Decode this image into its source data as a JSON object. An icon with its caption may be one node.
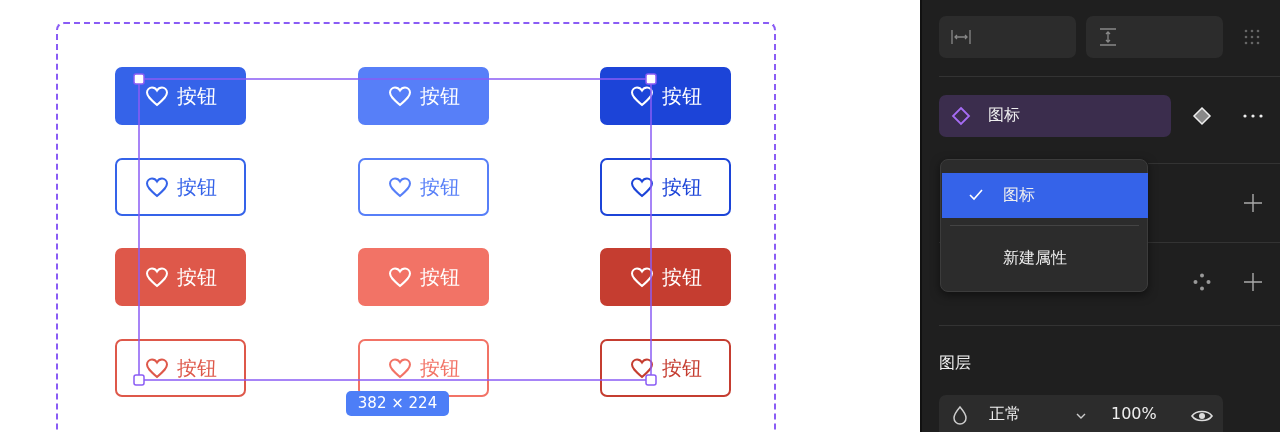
{
  "diagram": {
    "nodes": [
      {
        "text": [],
        "shape": "box"
      },
      {
        "text": [
          "按钮"
        ],
        "in": 0
      },
      {
        "text": [
          "按钮"
        ],
        "in": 0
      },
      {
        "text": [
          "按钮"
        ],
        "in": 0
      },
      {
        "text": [
          "按钮"
        ],
        "in": 0
      },
      {
        "text": [
          "按钮"
        ],
        "in": 0
      },
      {
        "text": [
          "按钮"
        ],
        "in": 0
      },
      {
        "text": [
          "按钮"
        ],
        "in": 0
      },
      {
        "text": [
          "按钮"
        ],
        "in": 0
      },
      {
        "text": [
          "按钮"
        ],
        "in": 0
      },
      {
        "text": [
          "按钮"
        ],
        "in": 0
      },
      {
        "text": [
          "按钮"
        ],
        "in": 0
      },
      {
        "text": [
          "按钮"
        ],
        "in": 0
      },
      {
        "text": [
          "382 × 224"
        ],
        "in": 0
      },
      {
        "text": [
          "图标"
        ]
      },
      {
        "text": [],
        "shape": "box"
      },
      {
        "text": [
          "图标"
        ],
        "in": 15
      },
      {
        "text": [
          "新建属性"
        ],
        "in": 15
      },
      {
        "text": [
          "正常",
          "100%"
        ]
      }
    ],
    "edges": [],
    "labels": [
      "图层"
    ]
  }
}
